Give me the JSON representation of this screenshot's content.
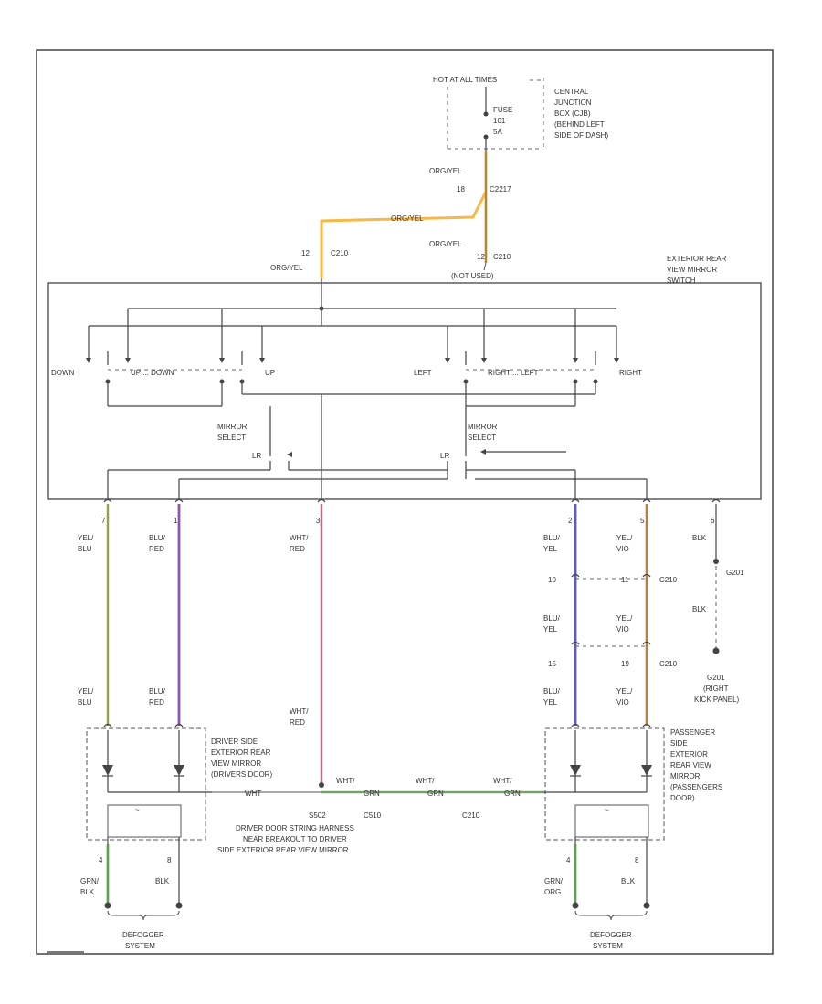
{
  "power": {
    "hot_at": "HOT AT ALL TIMES",
    "fuse_label": "FUSE",
    "fuse_num": "101",
    "fuse_amps": "5A",
    "cjb": [
      "CENTRAL",
      "JUNCTION",
      "BOX (CJB)",
      "(BEHIND LEFT",
      "SIDE OF DASH)"
    ]
  },
  "connectors": {
    "c2217": "C2217",
    "c2217_pin": "18",
    "c210_pin_left": "12",
    "c210_left": "C210",
    "c210_pin_right": "12",
    "c210_right": "C210",
    "not_used": "(NOT USED)",
    "c210_mid": "C210",
    "c210_mid2": "C210",
    "c210_right2": "C210",
    "g201": "G201",
    "g201_desc": [
      "G201",
      "(RIGHT",
      "KICK PANEL)"
    ],
    "s502": "S502",
    "c510": "C510"
  },
  "wire_labels": {
    "org_yel_1": "ORG/YEL",
    "org_yel_2": "ORG/YEL",
    "org_yel_3": "ORG/YEL",
    "org_yel_4": "ORG/YEL"
  },
  "switch": {
    "title": [
      "EXTERIOR REAR",
      "VIEW MIRROR",
      "SWITCH"
    ],
    "down": "DOWN",
    "up_down": "UP ... DOWN",
    "up": "UP",
    "left": "LEFT",
    "right_left": "RIGHT ... LEFT",
    "right": "RIGHT",
    "mirror_select_left": [
      "MIRROR",
      "SELECT"
    ],
    "mirror_select_right": [
      "MIRROR",
      "SELECT"
    ],
    "lr_left": "LR",
    "lr_right": "LR"
  },
  "pins": {
    "p7": "7",
    "p1": "1",
    "p3": "3",
    "p2": "2",
    "p5": "5",
    "p6": "6",
    "p10": "10",
    "p11": "11",
    "p15": "15",
    "p19": "19",
    "p4l": "4",
    "p8l": "8",
    "p4r": "4",
    "p8r": "8"
  },
  "wires": {
    "yel_blu": [
      "YEL/",
      "BLU"
    ],
    "blu_red": [
      "BLU/",
      "RED"
    ],
    "wht_red": [
      "WHT/",
      "RED"
    ],
    "blu_yel": [
      "BLU/",
      "YEL"
    ],
    "yel_vio": [
      "YEL/",
      "VIO"
    ],
    "blk": "BLK",
    "blk2": "BLK",
    "yel_blu_low": [
      "YEL/",
      "BLU"
    ],
    "blu_red_low": [
      "BLU/",
      "RED"
    ],
    "wht_red_low": [
      "WHT/",
      "RED"
    ],
    "blu_yel_mid": [
      "BLU/",
      "YEL"
    ],
    "yel_vio_mid": [
      "YEL/",
      "VIO"
    ],
    "blu_yel_low": [
      "BLU/",
      "YEL"
    ],
    "yel_vio_low": [
      "YEL/",
      "VIO"
    ],
    "wht": "WHT",
    "wht_grn": [
      "WHT/",
      "GRN"
    ],
    "wht_grn2": [
      "WHT/",
      "GRN"
    ],
    "wht_grn3": [
      "WHT/",
      "GRN"
    ],
    "grn_blk_l": [
      "GRN/",
      "BLK"
    ],
    "blk_l": "BLK",
    "grn_org_r": [
      "GRN/",
      "ORG"
    ],
    "blk_r": "BLK"
  },
  "mirrors": {
    "driver": [
      "DRIVER SIDE",
      "EXTERIOR REAR",
      "VIEW MIRROR",
      "(DRIVERS DOOR)"
    ],
    "passenger": [
      "PASSENGER",
      "SIDE",
      "EXTERIOR",
      "REAR VIEW",
      "MIRROR",
      "(PASSENGERS",
      "DOOR)"
    ]
  },
  "harness_note": [
    "DRIVER DOOR STRING HARNESS",
    "NEAR BREAKOUT TO DRIVER",
    "SIDE EXTERIOR REAR VIEW MIRROR"
  ],
  "defogger_left": [
    "DEFOGGER",
    "SYSTEM"
  ],
  "defogger_right": [
    "DEFOGGER",
    "SYSTEM"
  ],
  "colors": {
    "org_yel": "#f5b94a",
    "yel_blu": "#d9dd7a",
    "blu_red": "#b468d8",
    "wht_red": "#f5a3b0",
    "blu_yel": "#6c6cf0",
    "yel_vio": "#f5b063",
    "grn": "#7fd66a",
    "wht_grn": "#a8e29a"
  }
}
